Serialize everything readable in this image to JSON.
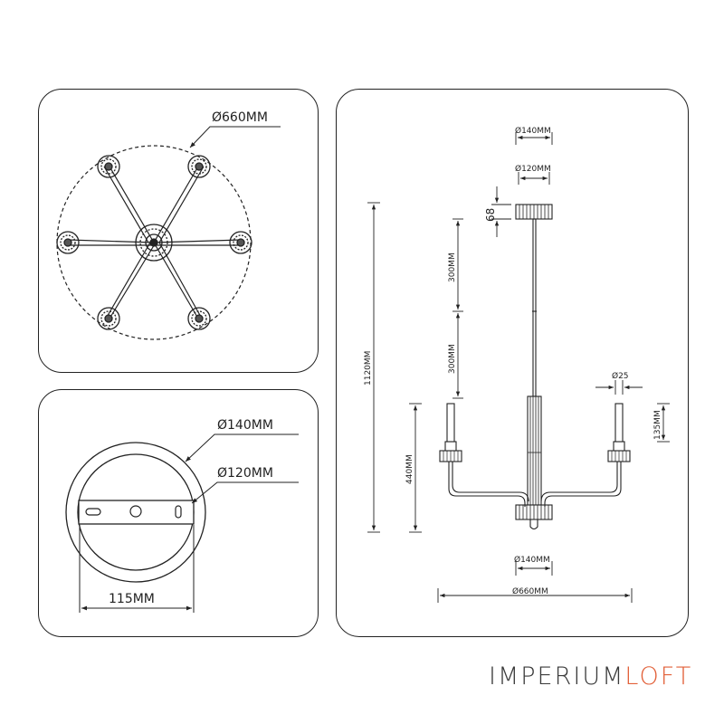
{
  "top_view": {
    "diameter_label": "Ø660MM"
  },
  "mount_view": {
    "outer_label": "Ø140MM",
    "inner_label": "Ø120MM",
    "bracket_label": "115MM"
  },
  "side_view": {
    "canopy_outer_label": "Ø140MM",
    "canopy_inner_label": "Ø120MM",
    "canopy_height_label": "68",
    "rod_upper_label": "300MM",
    "rod_lower_label": "300MM",
    "total_height_label": "1120MM",
    "body_height_label": "440MM",
    "candle_diameter_label": "Ø25",
    "candle_height_label": "135MM",
    "base_diameter_label": "Ø140MM",
    "width_label": "Ø660MM"
  },
  "brand": {
    "part1": "IMPERIUM",
    "part2": "LOFT",
    "accent_color": "#e2613a"
  }
}
